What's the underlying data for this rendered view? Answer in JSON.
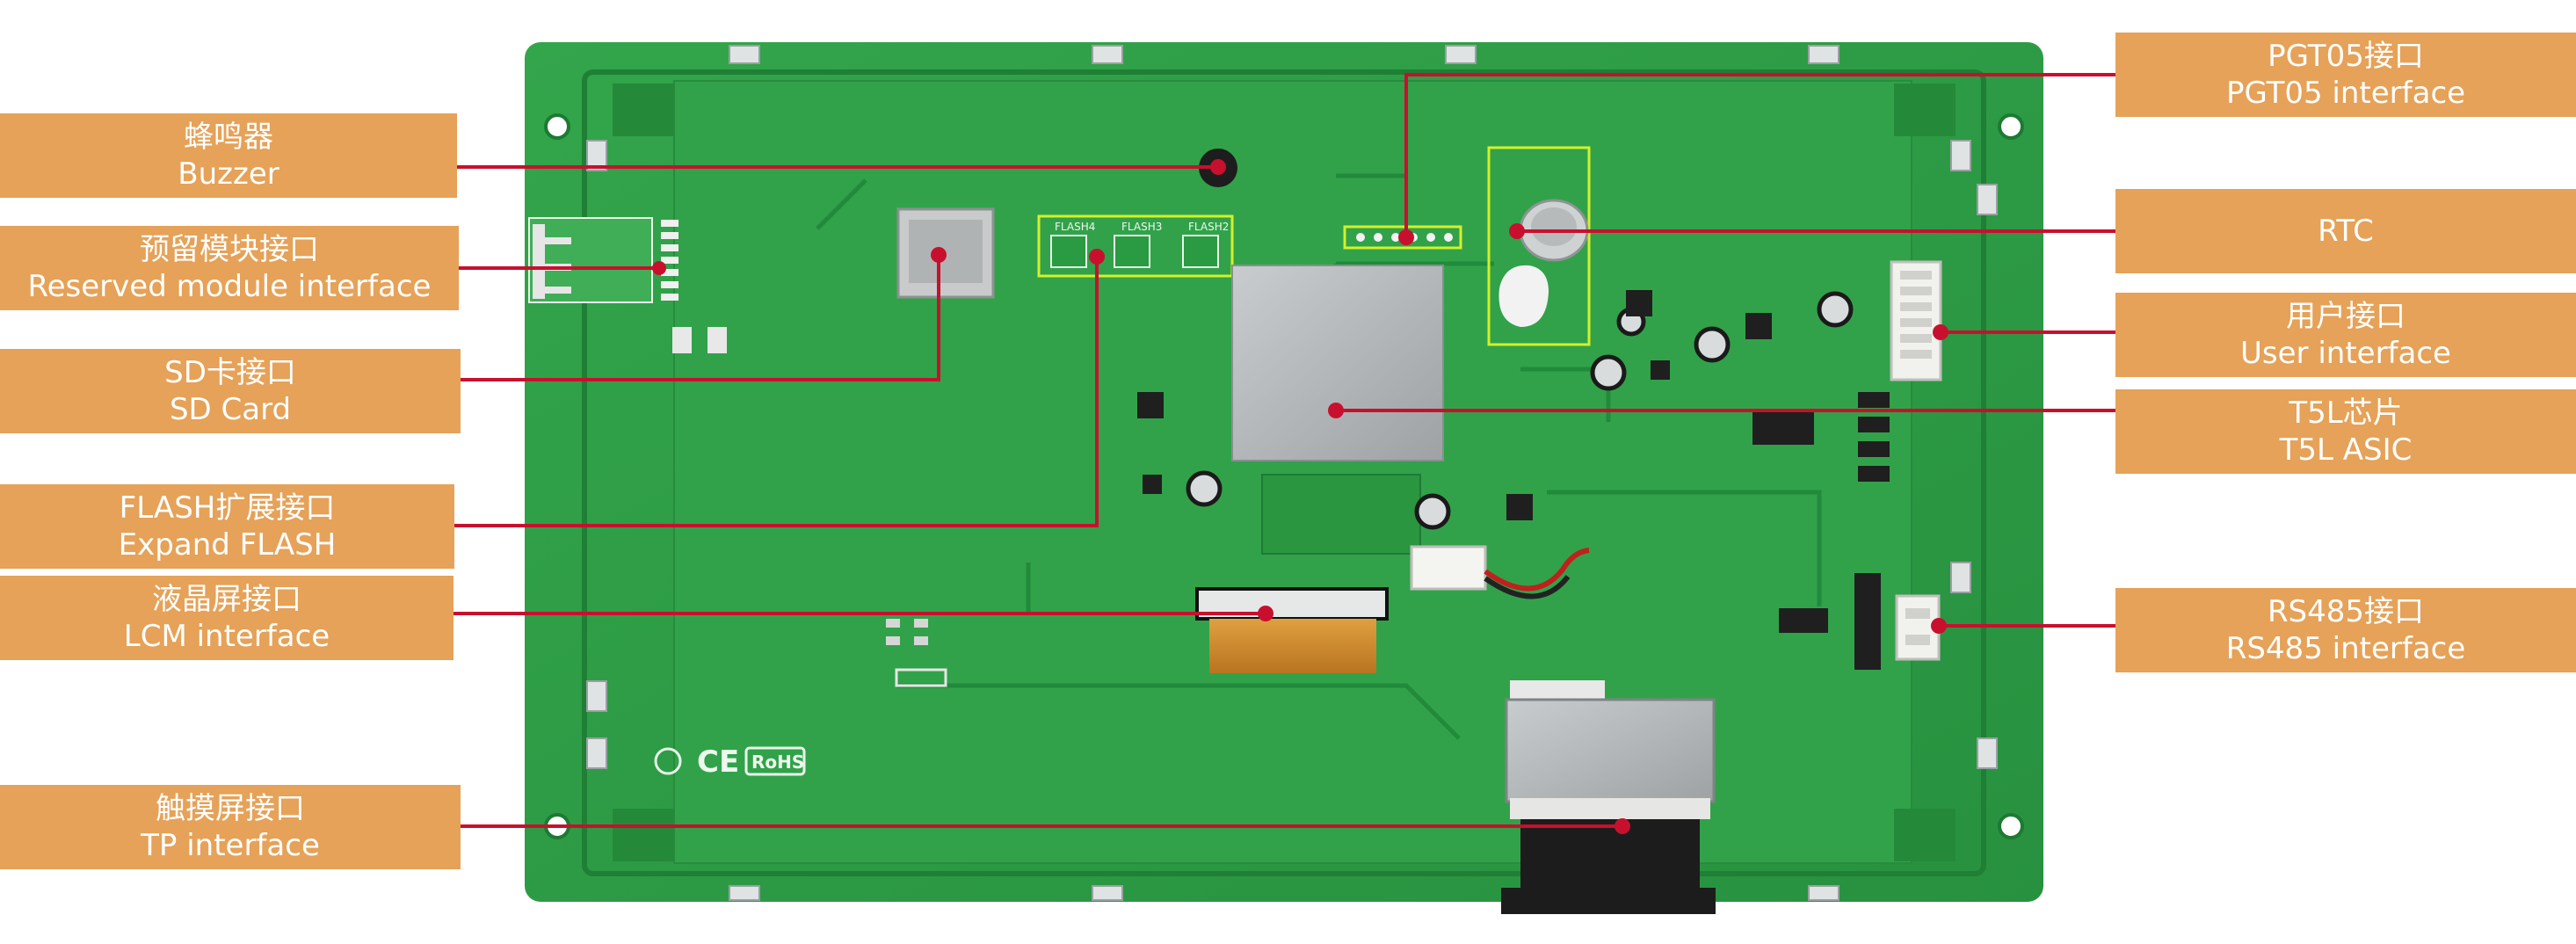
{
  "callouts": {
    "buzzer": {
      "zh": "蜂鸣器",
      "en": "Buzzer"
    },
    "reserved": {
      "zh": "预留模块接口",
      "en": "Reserved module interface"
    },
    "sdcard": {
      "zh": "SD卡接口",
      "en": "SD Card"
    },
    "flash": {
      "zh": "FLASH扩展接口",
      "en": "Expand FLASH"
    },
    "lcm": {
      "zh": "液晶屏接口",
      "en": "LCM interface"
    },
    "tp": {
      "zh": "触摸屏接口",
      "en": "TP interface"
    },
    "pgt05": {
      "zh": "PGT05接口",
      "en": "PGT05 interface"
    },
    "rtc": {
      "en": "RTC"
    },
    "user": {
      "zh": "用户接口",
      "en": "User interface"
    },
    "t5l": {
      "zh": "T5L芯片",
      "en": "T5L ASIC"
    },
    "rs485": {
      "zh": "RS485接口",
      "en": "RS485 interface"
    }
  },
  "board": {
    "flash_silk": [
      "FLASH4",
      "FLASH3",
      "FLASH2"
    ],
    "marks": {
      "ce": "CE",
      "rohs": "RoHS"
    }
  },
  "colors": {
    "label_bg": "#e5a258",
    "leader": "#c8102e",
    "pcb": "#2e9b45",
    "highlight_box": "#d4f02a"
  }
}
